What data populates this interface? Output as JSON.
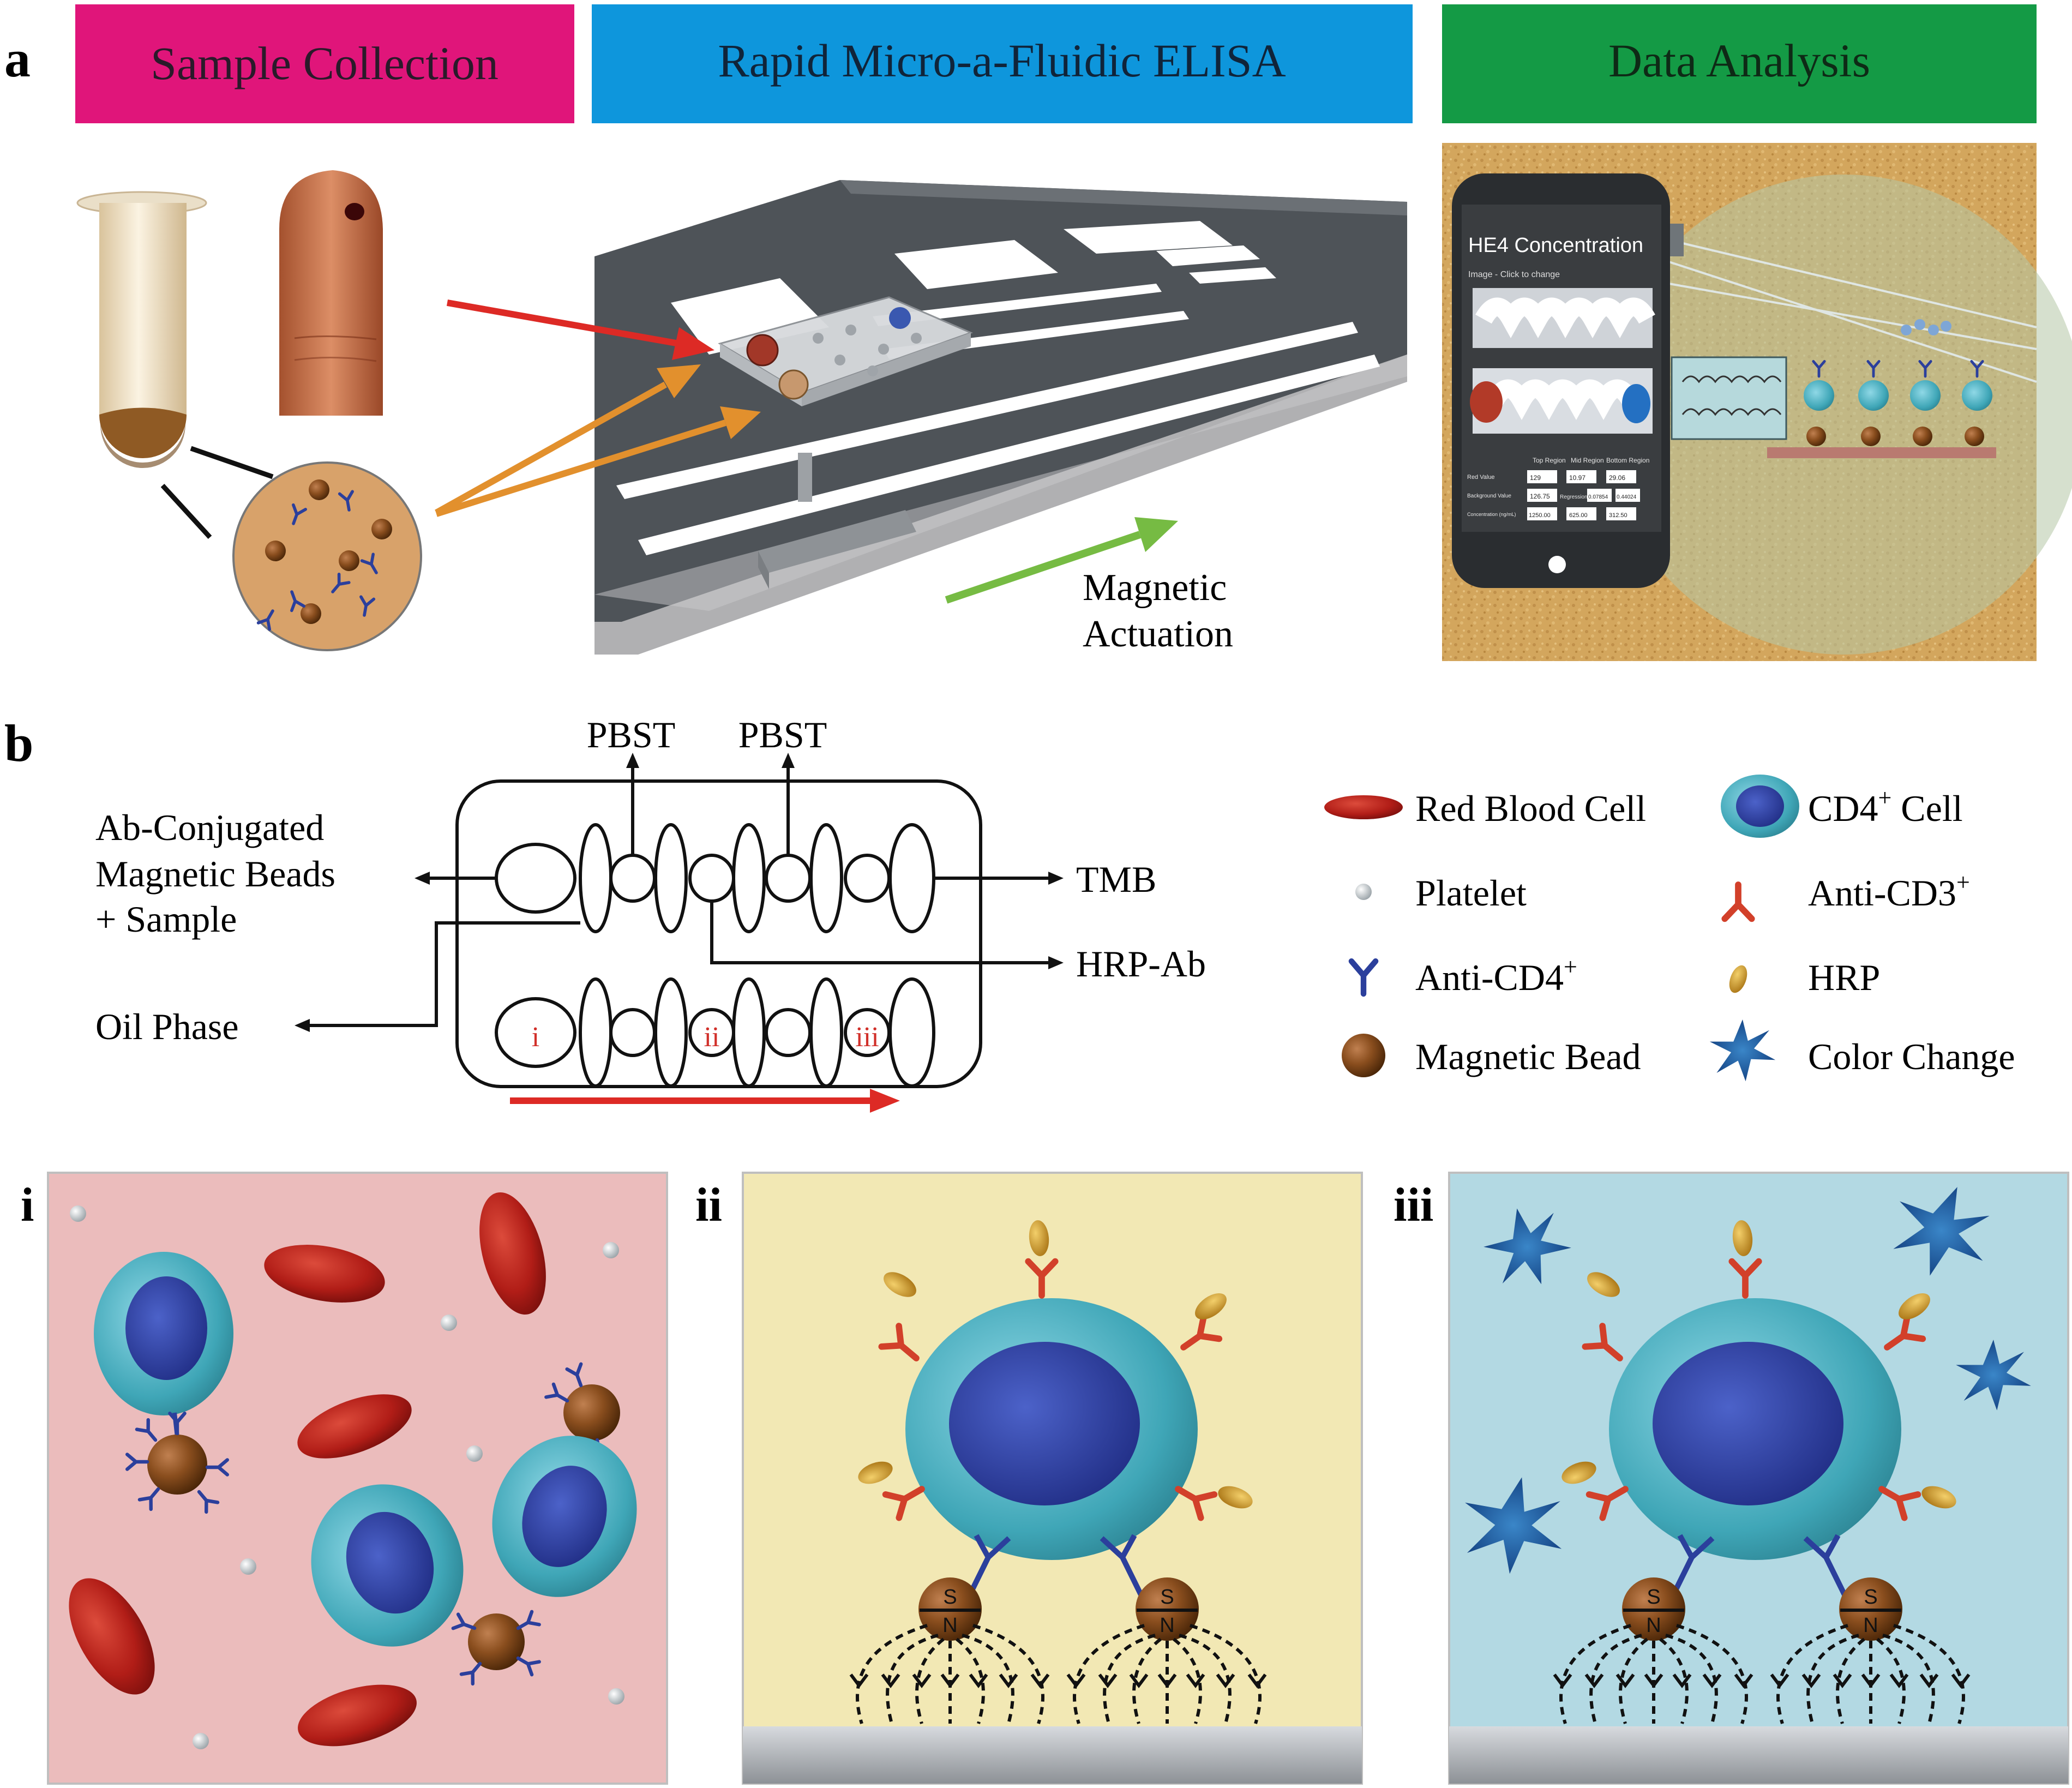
{
  "panel_labels": {
    "a": "a",
    "b": "b",
    "i": "i",
    "ii": "ii",
    "iii": "iii"
  },
  "banners": {
    "sample": {
      "text": "Sample  Collection",
      "color": "#e0157a"
    },
    "elisa": {
      "text": "Rapid Micro-a-Fluidic ELISA",
      "color": "#0e96dc"
    },
    "analysis": {
      "text": "Data Analysis",
      "color": "#149a45"
    }
  },
  "panel_a": {
    "actuation_line1": "Magnetic",
    "actuation_line2": "Actuation",
    "phone": {
      "title": "HE4 Concentration",
      "subtitle": "Image - Click to change",
      "col_headers": [
        "Top Region",
        "Mid Region",
        "Bottom Region"
      ],
      "rows": [
        {
          "label": "Red Value",
          "values": [
            "129",
            "10.97",
            "29.06"
          ]
        },
        {
          "label": "Background Value",
          "values": [
            "126.75",
            "Regression",
            "0.07854",
            "0.44024"
          ]
        },
        {
          "label": "Concentration (ng/mL)",
          "values": [
            "1250.00",
            "625.00",
            "312.50"
          ]
        }
      ]
    }
  },
  "panel_b": {
    "pbst_1": "PBST",
    "pbst_2": "PBST",
    "beads_line1": "Ab-Conjugated",
    "beads_line2": "Magnetic Beads",
    "beads_line3": "+ Sample",
    "tmb": "TMB",
    "hrp_ab": "HRP-Ab",
    "oil": "Oil Phase",
    "chamber_i": "i",
    "chamber_ii": "ii",
    "chamber_iii": "iii"
  },
  "legend": {
    "rbc": "Red Blood Cell",
    "cd4_cell": "CD4",
    "cd4_cell_sup": "+",
    "cd4_cell_tail": " Cell",
    "platelet": "Platelet",
    "anti_cd3": "Anti-CD3",
    "anti_cd3_sup": "+",
    "anti_cd4": "Anti-CD4",
    "anti_cd4_sup": "+",
    "hrp": "HRP",
    "bead": "Magnetic Bead",
    "color_change": "Color Change"
  },
  "magnet_poles": {
    "s": "S",
    "n": "N"
  },
  "colors": {
    "antibody_blue": "#2b3f9c",
    "anti_cd3_red": "#d2402a",
    "rbc_red": "#b31c1c",
    "bead_brown": "#7a4418",
    "hrp_gold": "#d8a52a",
    "panel_i_bg": "#ebbcbc",
    "panel_ii_bg": "#f2e8b4",
    "panel_iii_bg": "#b3d9e3",
    "arrow_red": "#dd2a25",
    "arrow_orange": "#e2902d",
    "arrow_green": "#76bb43"
  }
}
